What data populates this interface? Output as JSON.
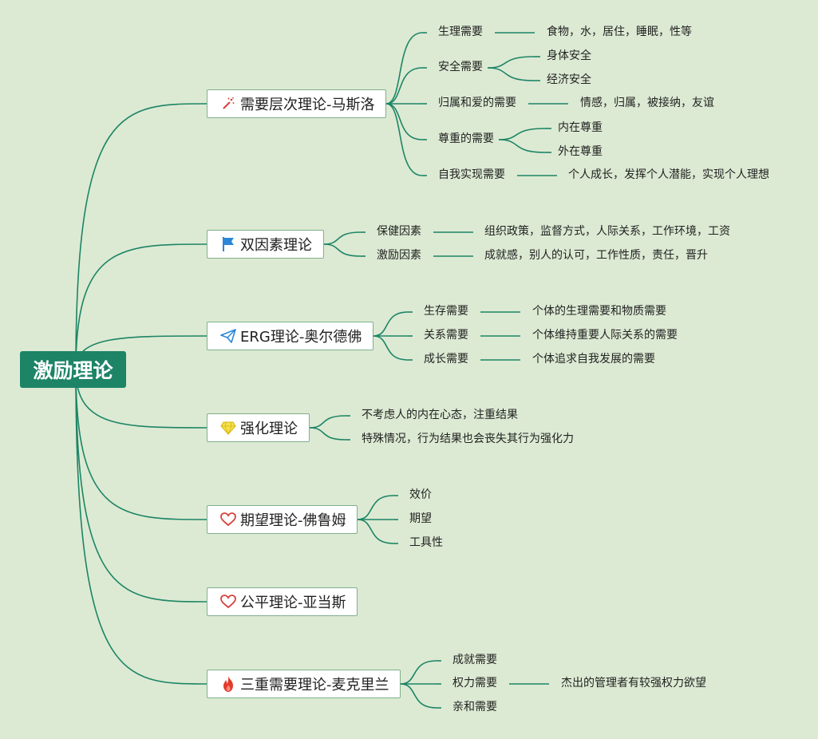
{
  "root": {
    "label": "激励理论"
  },
  "colors": {
    "background": "#dcead3",
    "line": "#1d8466",
    "root_fill": "#1d8466",
    "topic_border": "#7fb08c"
  },
  "topics": [
    {
      "label": "需要层次理论-马斯洛",
      "icon": "magic-wand-icon",
      "children": [
        {
          "label": "生理需要",
          "children": [
            "食物，水，居住，睡眠，性等"
          ]
        },
        {
          "label": "安全需要",
          "children": [
            "身体安全",
            "经济安全"
          ]
        },
        {
          "label": "归属和爱的需要",
          "children": [
            "情感，归属，被接纳，友谊"
          ]
        },
        {
          "label": "尊重的需要",
          "children": [
            "内在尊重",
            "外在尊重"
          ]
        },
        {
          "label": "自我实现需要",
          "children": [
            "个人成长，发挥个人潜能，实现个人理想"
          ]
        }
      ]
    },
    {
      "label": "双因素理论",
      "icon": "flag-icon",
      "children": [
        {
          "label": "保健因素",
          "children": [
            "组织政策，监督方式，人际关系，工作环境，工资"
          ]
        },
        {
          "label": "激励因素",
          "children": [
            "成就感，别人的认可，工作性质，责任，晋升"
          ]
        }
      ]
    },
    {
      "label": "ERG理论-奥尔德佛",
      "icon": "paper-plane-icon",
      "children": [
        {
          "label": "生存需要",
          "children": [
            "个体的生理需要和物质需要"
          ]
        },
        {
          "label": "关系需要",
          "children": [
            "个体维持重要人际关系的需要"
          ]
        },
        {
          "label": "成长需要",
          "children": [
            "个体追求自我发展的需要"
          ]
        }
      ]
    },
    {
      "label": "强化理论",
      "icon": "diamond-icon",
      "children": [
        {
          "label": "不考虑人的内在心态，注重结果",
          "children": []
        },
        {
          "label": "特殊情况，行为结果也会丧失其行为强化力",
          "children": []
        }
      ]
    },
    {
      "label": "期望理论-佛鲁姆",
      "icon": "heart-icon",
      "children": [
        {
          "label": "效价",
          "children": []
        },
        {
          "label": "期望",
          "children": []
        },
        {
          "label": "工具性",
          "children": []
        }
      ]
    },
    {
      "label": "公平理论-亚当斯",
      "icon": "heart-icon",
      "children": []
    },
    {
      "label": "三重需要理论-麦克里兰",
      "icon": "flame-icon",
      "children": [
        {
          "label": "成就需要",
          "children": []
        },
        {
          "label": "权力需要",
          "children": [
            "杰出的管理者有较强权力欲望"
          ]
        },
        {
          "label": "亲和需要",
          "children": []
        }
      ]
    }
  ]
}
